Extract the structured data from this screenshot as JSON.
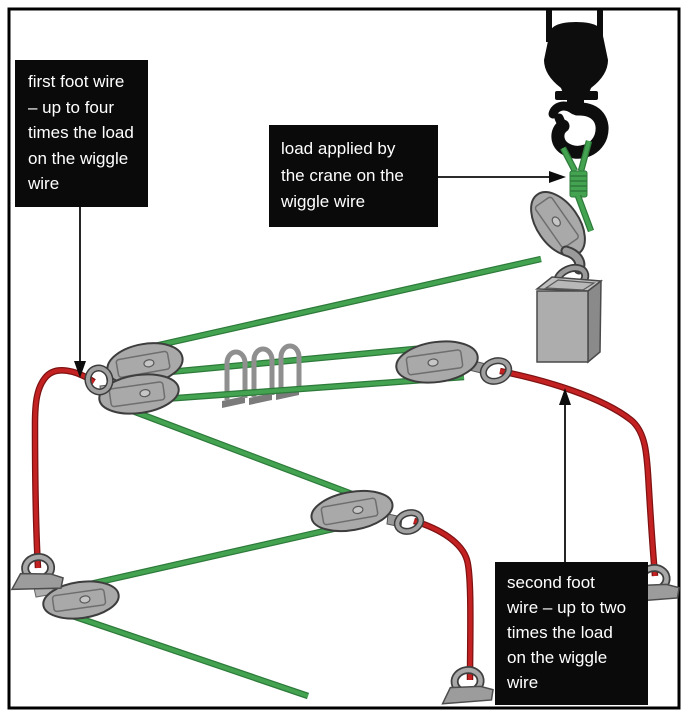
{
  "annotations": {
    "first_foot_wire": "first foot wire\n– up to four\ntimes the load\non the wiggle\nwire",
    "crane_load": "load applied by\nthe crane on the\nwiggle wire",
    "second_foot_wire": "second foot\nwire – up to two\ntimes the load\non the wiggle\nwire"
  },
  "colors": {
    "wiggle_wire_green": "#44a351",
    "foot_wire_red": "#c42222",
    "annotation_background": "#0a0a0a",
    "annotation_text": "#ffffff",
    "pulley_gray": "#a9a9a9",
    "hardware_outline": "#3d3d3d",
    "crane_black": "#0d0d0d",
    "border_black": "#000000"
  }
}
